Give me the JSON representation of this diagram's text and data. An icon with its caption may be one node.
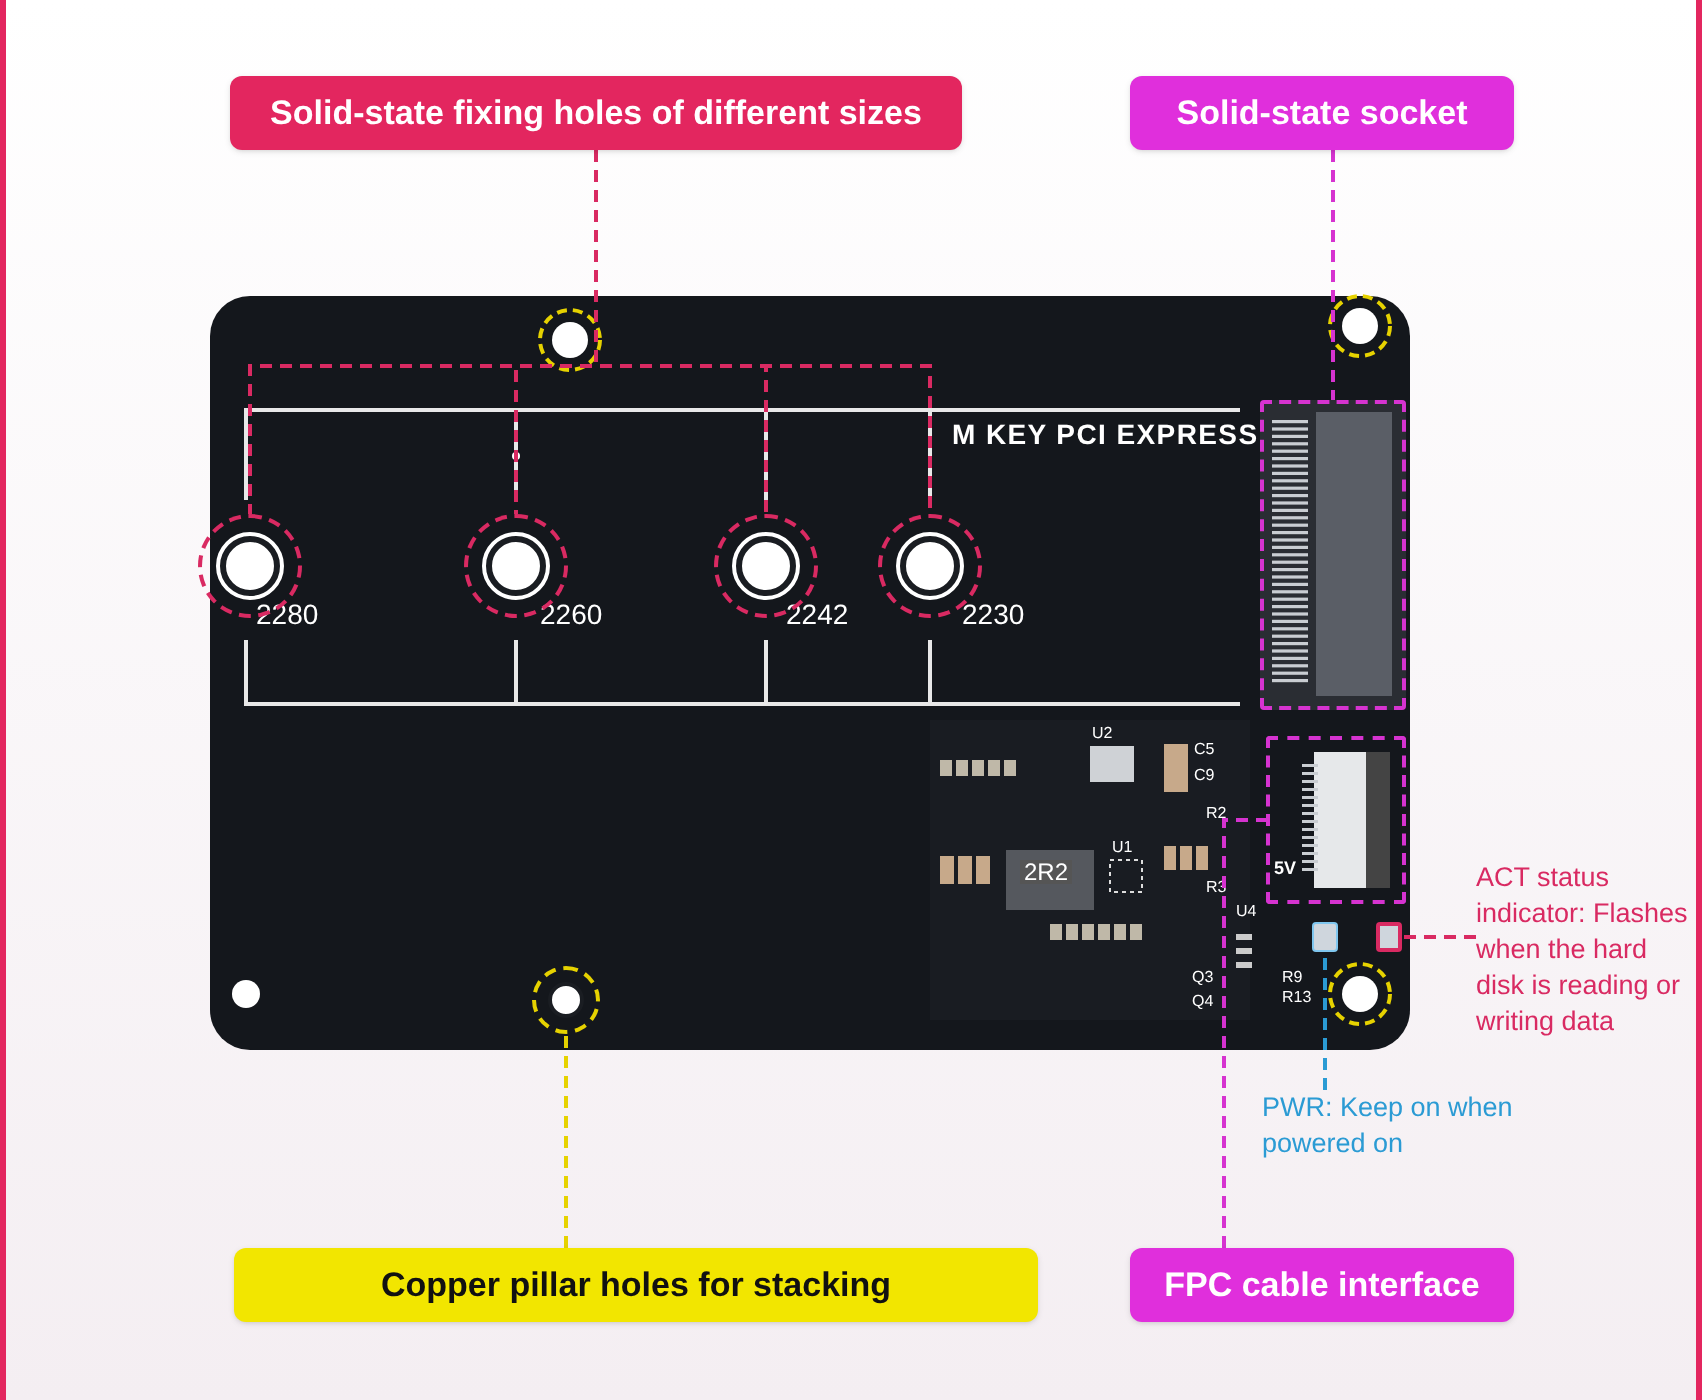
{
  "diagram": {
    "nodes": [
      {
        "text": [
          "Solid-state fixing holes of different sizes"
        ]
      },
      {
        "text": [
          "Solid-state socket"
        ]
      },
      {
        "text": [],
        "shape": "circle"
      },
      {
        "text": [],
        "shape": "circle"
      },
      {
        "text": [],
        "shape": "circle"
      },
      {
        "text": [],
        "shape": "circle"
      },
      {
        "text": [],
        "shape": "box"
      },
      {
        "text": [],
        "shape": "box"
      },
      {
        "text": [],
        "shape": "box"
      },
      {
        "text": [],
        "shape": "box"
      },
      {
        "text": [],
        "shape": "circle"
      },
      {
        "text": [
          "ACT status indicator: Flashes when the hard disk is reading or writing data"
        ]
      },
      {
        "text": [
          "PWR: Keep on when powered on"
        ]
      },
      {
        "text": [
          "Copper pillar holes for stacking"
        ]
      },
      {
        "text": [
          "FPC cable interface"
        ]
      }
    ],
    "edges": [
      {
        "from": 0,
        "to": 2,
        "arrow": "none",
        "style": "dashed"
      },
      {
        "from": 0,
        "to": 3,
        "arrow": "none",
        "style": "dashed"
      },
      {
        "from": 0,
        "to": 4,
        "arrow": "none",
        "style": "dashed"
      },
      {
        "from": 0,
        "to": 5,
        "arrow": "none",
        "style": "dashed"
      },
      {
        "from": 1,
        "to": 6,
        "arrow": "none",
        "style": "dashed",
        "color": "#d633d0"
      },
      {
        "from": 11,
        "to": 8,
        "arrow": "none",
        "style": "dashed"
      },
      {
        "from": 12,
        "to": 9,
        "arrow": "none",
        "style": "dashed",
        "color": "#2b9bd4"
      },
      {
        "from": 13,
        "to": 10,
        "arrow": "none",
        "style": "dashed",
        "color": "#e6d200"
      },
      {
        "from": 14,
        "to": 7,
        "arrow": "none",
        "style": "dashed",
        "color": "#d633d0"
      }
    ],
    "labels": [
      "M KEY PCI EXPRESS",
      "2280",
      "2260",
      "2242",
      "2230",
      "U2",
      "C5",
      "C9",
      "R2",
      "2R2",
      "U1",
      "R3",
      "5V",
      "U4",
      "Q3",
      "Q4",
      "R9",
      "R13"
    ]
  }
}
